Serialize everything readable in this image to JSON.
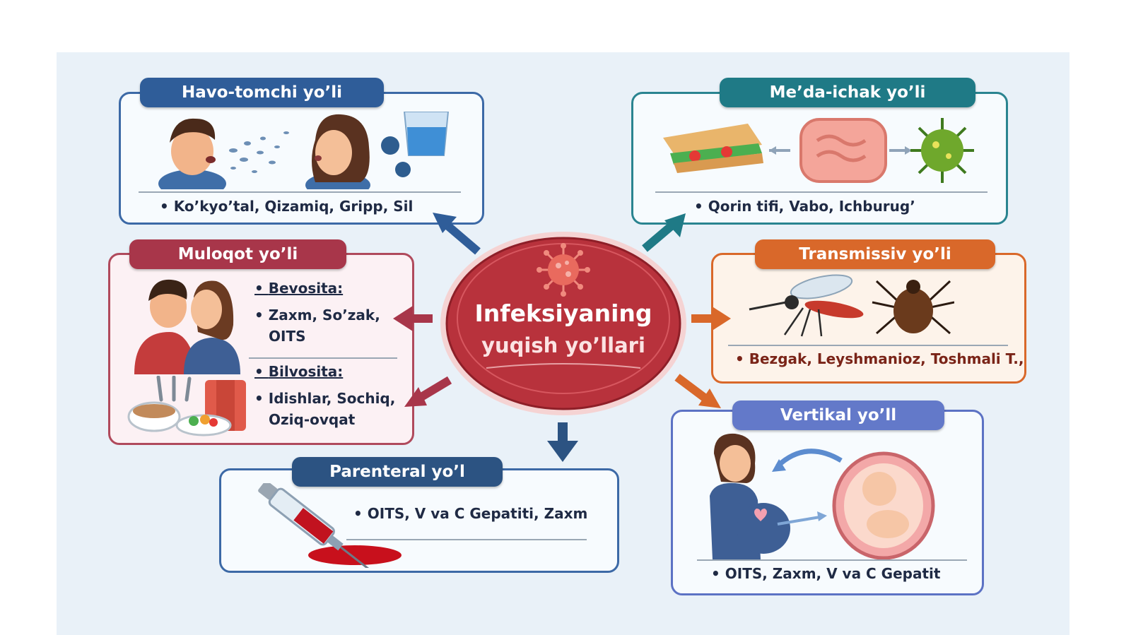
{
  "center": {
    "title_line1": "Infeksiyaning",
    "title_line2": "yuqish yo’llari"
  },
  "routes": {
    "airborne": {
      "title": "Havo-tomchi yo’li",
      "diseases": "Ko’kyo’tal, Qizamiq, Gripp, Sil"
    },
    "fecal_oral": {
      "title": "Me’da-ichak yo’li",
      "diseases": "Qorin tifi, Vabo, Ichburug’"
    },
    "contact": {
      "title": "Muloqot yo’li",
      "direct_label": "Bevosita:",
      "direct_diseases_line1": "Zaxm, So’zak,",
      "direct_diseases_line2": "OITS",
      "indirect_label": "Bilvosita:",
      "indirect_items_line1": "Idishlar, Sochiq,",
      "indirect_items_line2": "Oziq-ovqat"
    },
    "transmissive": {
      "title": "Transmissiv yo’li",
      "diseases": "Bezgak, Leyshmanioz, Toshmali T.,"
    },
    "vertical": {
      "title": "Vertikal yo’ll",
      "diseases": "OITS, Zaxm, V va C Gepatit"
    },
    "parenteral": {
      "title": "Parenteral yo’l",
      "diseases": "OITS, V va C Gepatiti, Zaxm"
    }
  },
  "colors": {
    "blue": "#2f5d99",
    "teal": "#1f7a86",
    "crimson": "#a8364a",
    "orange": "#d9682a",
    "periwinkle": "#5c72c4",
    "navy": "#2c5382",
    "center_red": "#b8323c"
  }
}
